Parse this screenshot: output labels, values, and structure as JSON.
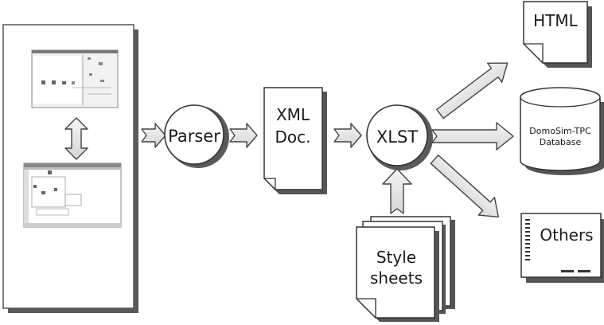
{
  "nodes": {
    "parser": {
      "label": "Parser"
    },
    "xml_doc": {
      "line1": "XML",
      "line2": "Doc."
    },
    "xlst": {
      "label": "XLST"
    },
    "html": {
      "label": "HTML"
    },
    "database": {
      "line1": "DomoSim-TPC",
      "line2": "Database"
    },
    "others": {
      "label": "Others"
    },
    "style_sheets": {
      "line1": "Style",
      "line2": "sheets"
    }
  },
  "colors": {
    "stroke": "#444444",
    "arrow_fill": "#e6e6e6",
    "shadow": "#555555",
    "screen_frame": "#bdbdbd"
  }
}
